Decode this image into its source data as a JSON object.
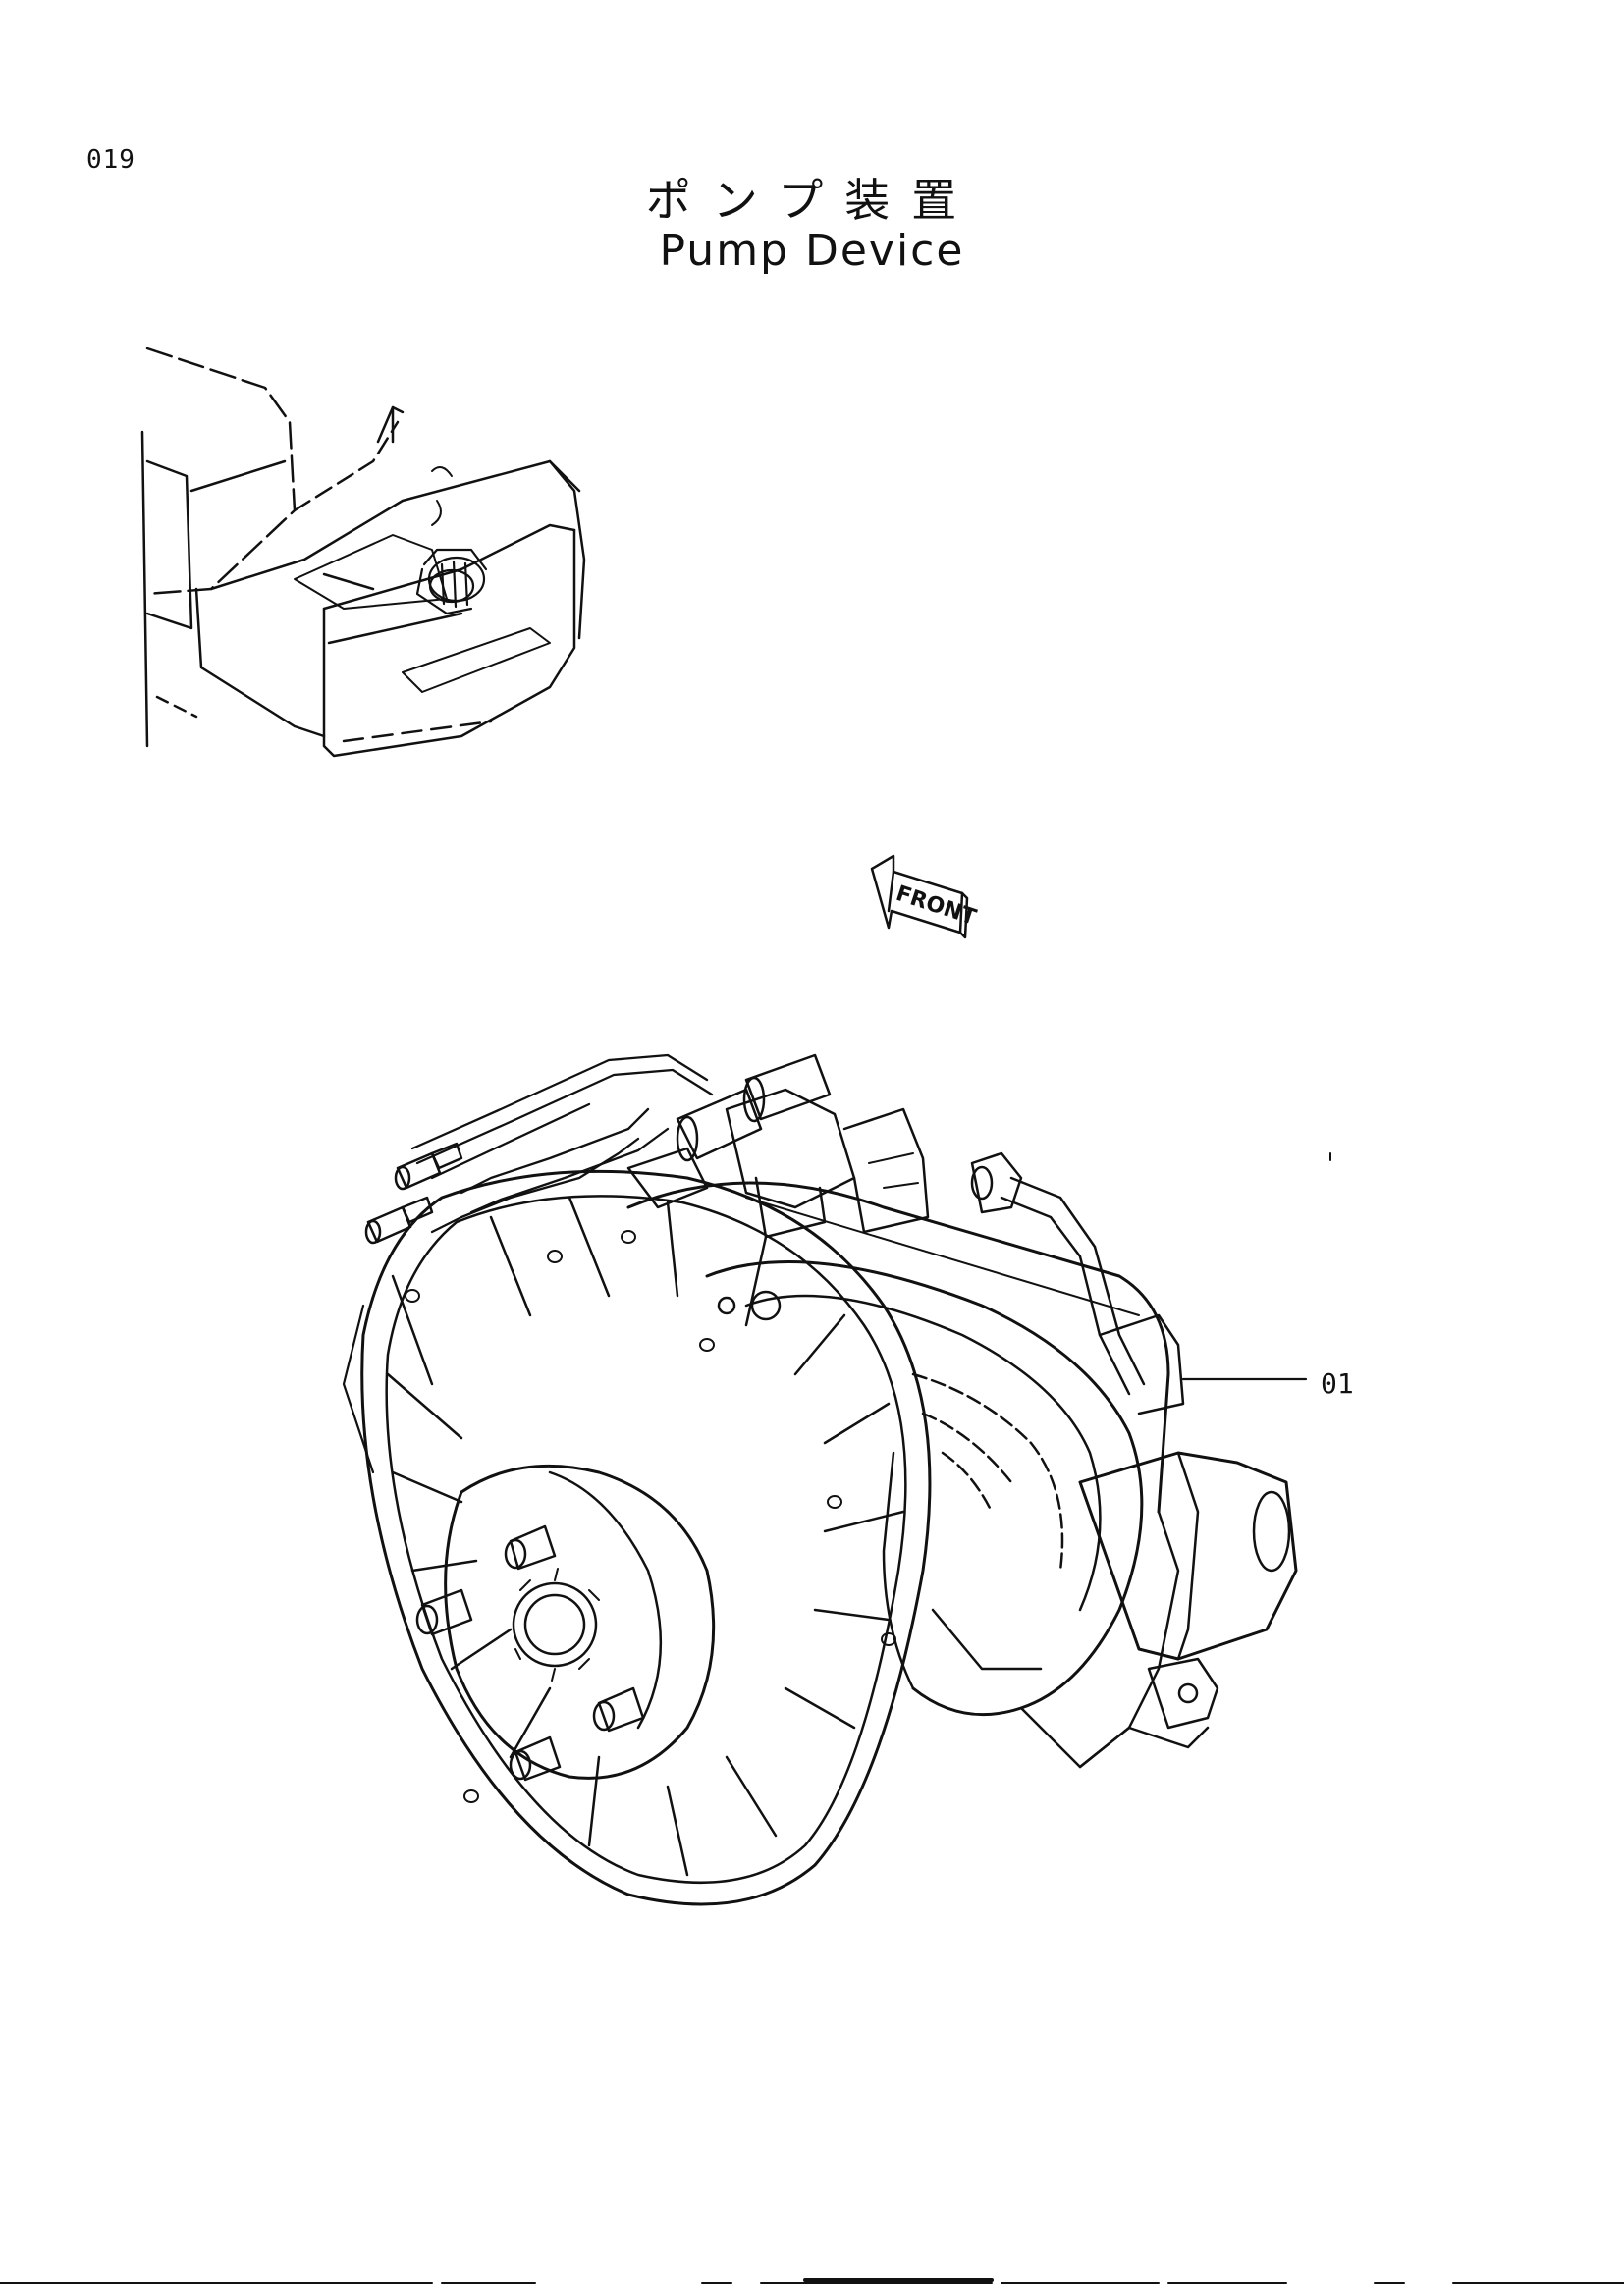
{
  "page": {
    "number": "019",
    "title_jp": "ポンプ装置",
    "title_en": "Pump Device"
  },
  "diagram": {
    "orientation_marker": "FRONT",
    "callouts": [
      {
        "label": "01"
      }
    ]
  }
}
